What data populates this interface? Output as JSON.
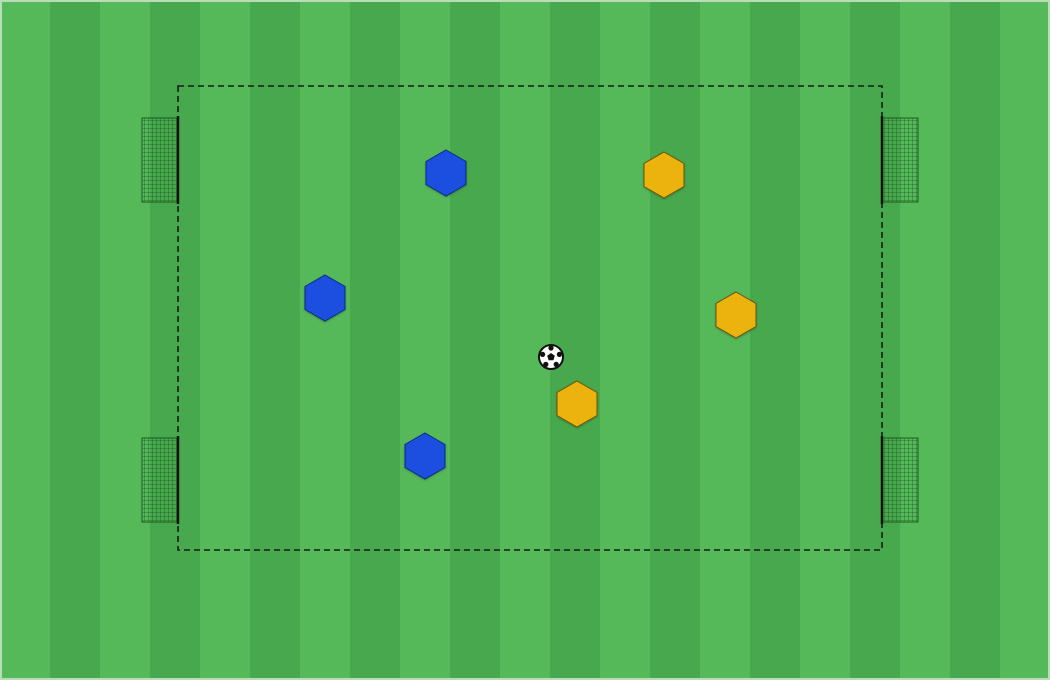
{
  "colors": {
    "stripe_light": "#55b95a",
    "stripe_dark": "#48a84d",
    "pitch_border": "#b9dcb9",
    "area_line": "#1a1a1a",
    "goal_net": "#1e5a23",
    "goal_post": "#111111",
    "team_blue": "#1f4fe0",
    "team_blue_edge": "#0d2a80",
    "team_yellow": "#ecb208",
    "team_yellow_edge": "#6a5210",
    "ball": "#111111"
  },
  "icons": {
    "ball": "soccer-ball-icon",
    "player": "hexagon-marker-icon",
    "goal": "goal-net-icon"
  },
  "teams": [
    {
      "name_key": "blue",
      "players": 3
    },
    {
      "name_key": "yellow",
      "players": 3
    }
  ]
}
